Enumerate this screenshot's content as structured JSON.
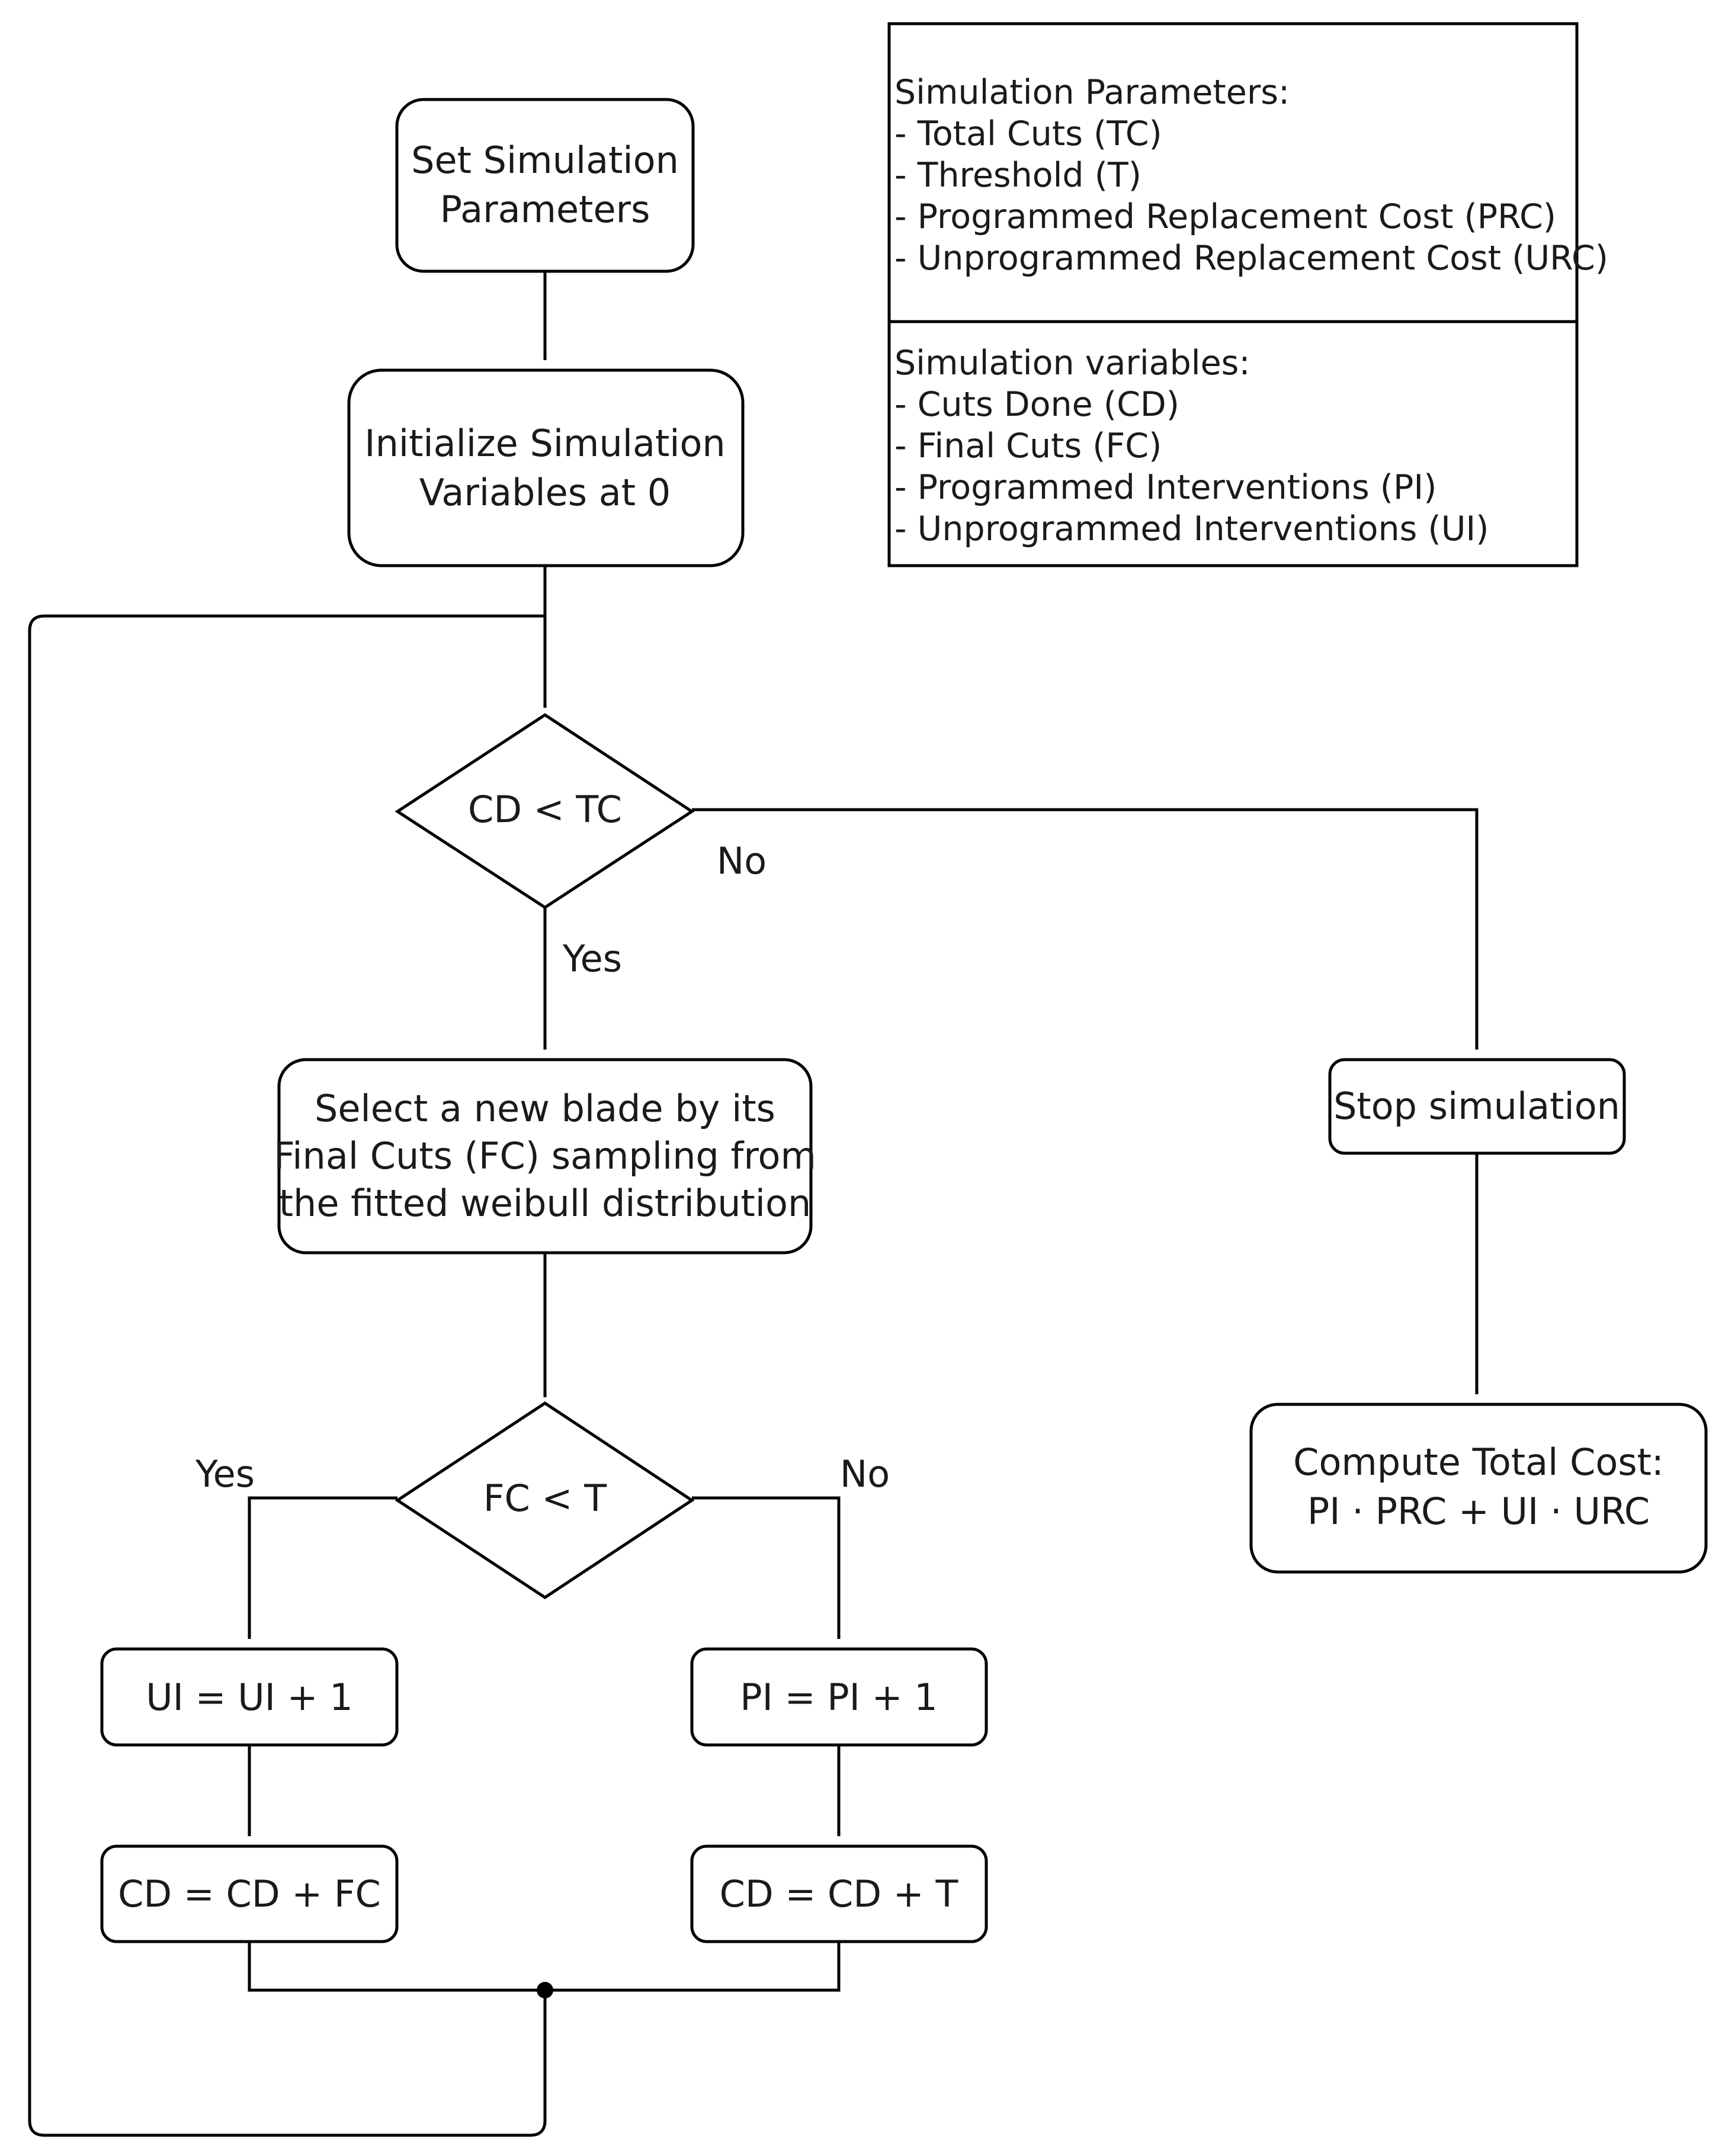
{
  "nodes": {
    "set_params": [
      "Set Simulation",
      "Parameters"
    ],
    "init_vars": [
      "Initialize Simulation",
      "Variables at 0"
    ],
    "decision_cd_tc": "CD < TC",
    "select_blade": [
      "Select a new blade by its",
      "Final Cuts (FC) sampling from",
      "the fitted weibull distribution"
    ],
    "decision_fc_t": "FC < T",
    "ui_increment": "UI = UI + 1",
    "pi_increment": "PI = PI + 1",
    "cd_plus_fc": "CD = CD + FC",
    "cd_plus_t": "CD = CD + T",
    "stop": "Stop simulation",
    "compute_cost": [
      "Compute Total Cost:",
      "PI · PRC  +  UI · URC"
    ]
  },
  "edge_labels": {
    "cd_tc_no": "No",
    "cd_tc_yes": "Yes",
    "fc_t_yes": "Yes",
    "fc_t_no": "No"
  },
  "legend": {
    "parameters": [
      "Simulation Parameters:",
      "- Total Cuts (TC)",
      "- Threshold (T)",
      "- Programmed Replacement Cost (PRC)",
      "- Unprogrammed Replacement Cost (URC)"
    ],
    "variables": [
      "Simulation variables:",
      "- Cuts Done (CD)",
      "- Final Cuts (FC)",
      "- Programmed Interventions (PI)",
      "- Unprogrammed Interventions (UI)"
    ]
  }
}
